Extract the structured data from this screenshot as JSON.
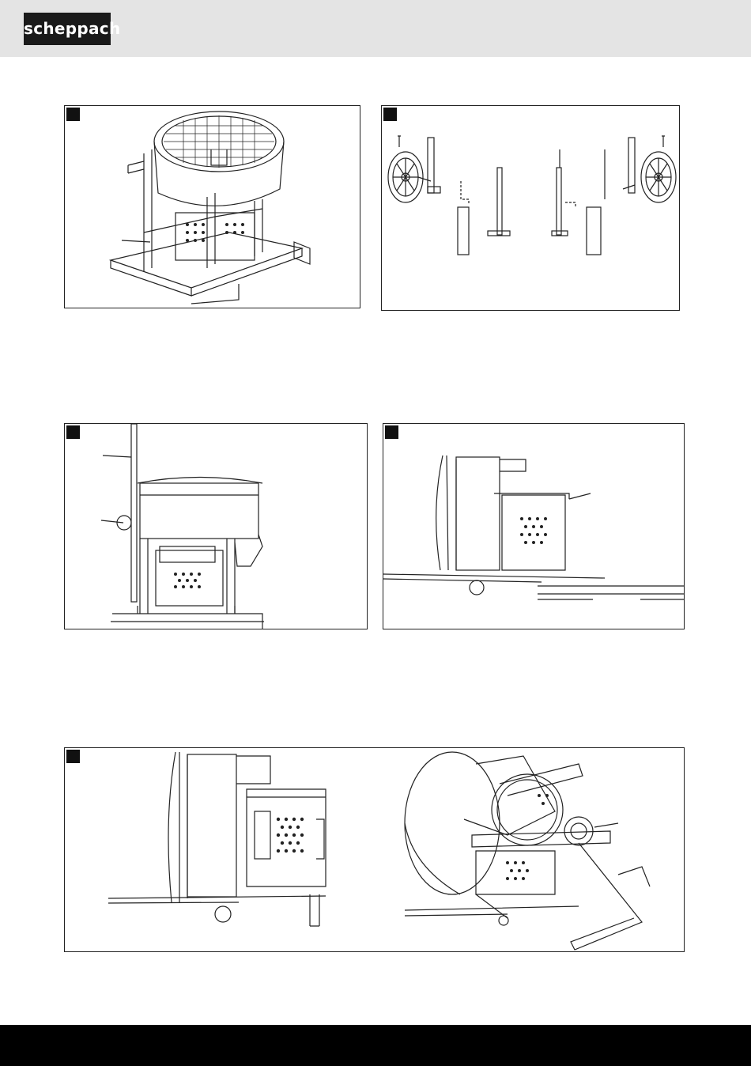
{
  "brand": {
    "logo_text": "scheppach"
  },
  "figures": [
    {
      "id": "figure-1"
    },
    {
      "id": "figure-2"
    },
    {
      "id": "figure-3"
    },
    {
      "id": "figure-4"
    },
    {
      "id": "figure-5"
    }
  ]
}
